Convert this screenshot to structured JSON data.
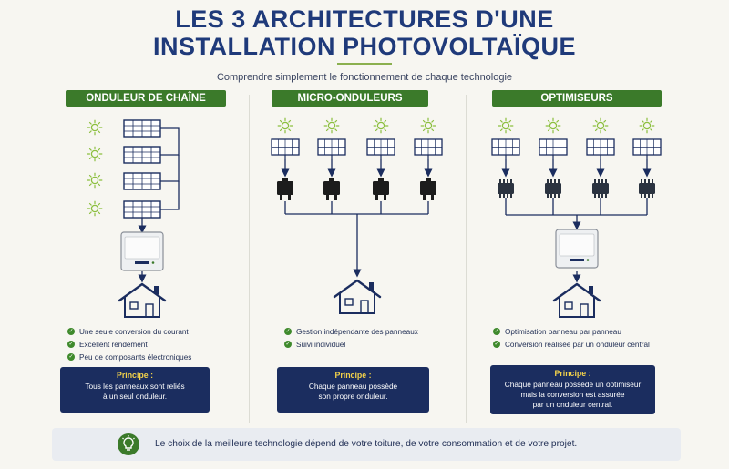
{
  "header": {
    "title_line1": "LES 3 ARCHITECTURES D'UNE",
    "title_line2": "INSTALLATION PHOTOVOLTAÏQUE",
    "subtitle": "Comprendre simplement le fonctionnement de chaque technologie"
  },
  "columns": [
    {
      "heading": "ONDULEUR DE CHAÎNE",
      "features": [
        "Une seule conversion du courant",
        "Excellent rendement",
        "Peu de composants électroniques"
      ],
      "principle_label": "Principe :",
      "principle_lines": [
        "Tous les panneaux sont reliés",
        "à un seul onduleur."
      ]
    },
    {
      "heading": "MICRO-ONDULEURS",
      "features": [
        "Gestion indépendante des panneaux",
        "Suivi individuel"
      ],
      "principle_label": "Principe :",
      "principle_lines": [
        "Chaque panneau possède",
        "son propre onduleur."
      ]
    },
    {
      "heading": "OPTIMISEURS",
      "features": [
        "Optimisation panneau par panneau",
        "Conversion réalisée par un onduleur central"
      ],
      "principle_label": "Principe :",
      "principle_lines": [
        "Chaque panneau possède un optimiseur",
        "mais la conversion est assurée",
        "par un onduleur central."
      ]
    }
  ],
  "footer": {
    "text": "Le choix de la meilleure technologie dépend de votre toiture, de votre consommation et de votre projet.",
    "icon": "lightbulb-icon"
  },
  "colors": {
    "navy": "#1b2d5f",
    "green": "#3b7a2a",
    "sun": "#8cbf3f",
    "accent_yellow": "#f2d14a"
  }
}
